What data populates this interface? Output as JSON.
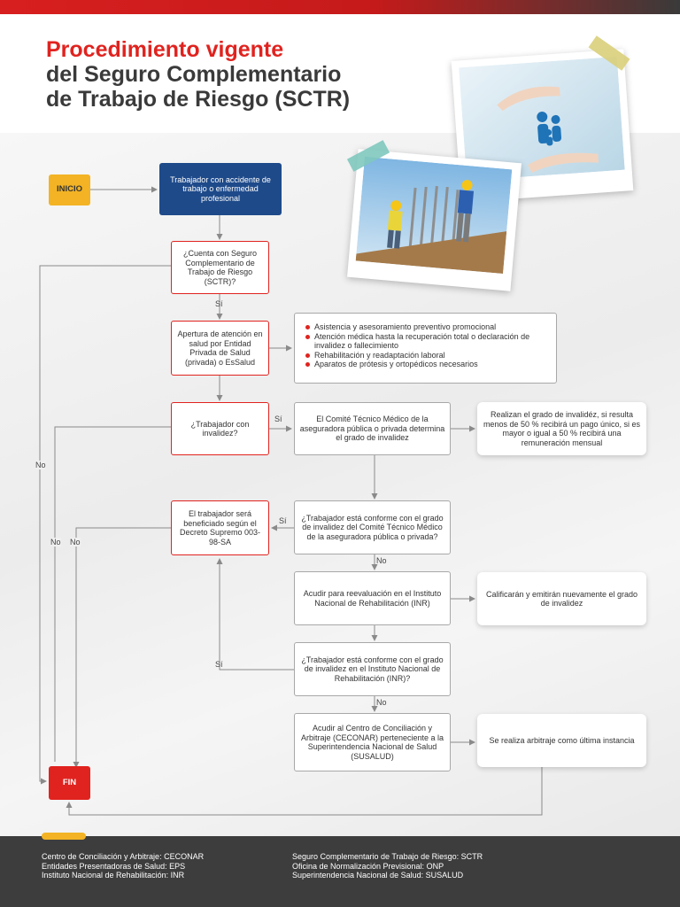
{
  "header": {
    "title_line1": "Procedimiento vigente",
    "title_line2": "del Seguro Complementario",
    "title_line3": "de Trabajo de Riesgo (SCTR)"
  },
  "flow": {
    "inicio": "INICIO",
    "fin": "FIN",
    "trabajador": "Trabajador con accidente de trabajo o enfermedad profesional",
    "cuenta_sctr": "¿Cuenta con Seguro Complementario de Trabajo de Riesgo (SCTR)?",
    "apertura": "Apertura de atención en salud por Entidad Privada de Salud (privada) o EsSalud",
    "benefits": [
      "Asistencia y asesoramiento preventivo promocional",
      "Atención médica hasta la recuperación total o declaración de invalidez o fallecimiento",
      "Rehabilitación y readaptación laboral",
      "Aparatos de prótesis y ortopédicos necesarios"
    ],
    "con_invalidez": "¿Trabajador con invalidez?",
    "comite": "El Comité Técnico Médico de la aseguradora pública o privada determina el grado de invalidez",
    "grado_resultado": "Realizan el grado de invalidéz, si resulta menos de 50 % recibirá un pago único, si es mayor o igual a 50 % recibirá una remuneración mensual",
    "beneficiado": "El trabajador será beneficiado según el Decreto Supremo 003-98-SA",
    "conforme_comite": "¿Trabajador está conforme con el grado de invalidez del Comité Técnico Médico de la aseguradora pública o privada?",
    "reevaluacion": "Acudir para reevaluación en el Instituto Nacional de Rehabilitación (INR)",
    "califican": "Calificarán y emitirán nuevamente el grado de invalidez",
    "conforme_inr": "¿Trabajador está conforme con el grado de invalidez en el Instituto Nacional de Rehabilitación (INR)?",
    "ceconar": "Acudir al Centro de Conciliación y Arbitraje (CECONAR) perteneciente a la Superintendencia Nacional de Salud (SUSALUD)",
    "arbitraje": "Se realiza arbitraje como última instancia",
    "labels": {
      "si_1": "Sí",
      "si_2": "Sí",
      "si_3": "Sí",
      "si_4": "Sí",
      "no_1": "No",
      "no_2": "No",
      "no_3": "No",
      "no_4": "No",
      "no_5": "No"
    }
  },
  "footer": {
    "left": [
      "Centro de Conciliación y Arbitraje: CECONAR",
      "Entidades Presentadoras de Salud: EPS",
      "Instituto Nacional de Rehabilitación: INR"
    ],
    "right": [
      "Seguro Complementario de Trabajo de Riesgo: SCTR",
      "Oficina de Normalización Previsional: ONP",
      "Superintendencia Nacional de Salud: SUSALUD"
    ]
  },
  "colors": {
    "accent_red": "#e0231f",
    "navy": "#1e4a8a",
    "yellow": "#f3b324",
    "footer_bg": "#3d3d3d"
  }
}
